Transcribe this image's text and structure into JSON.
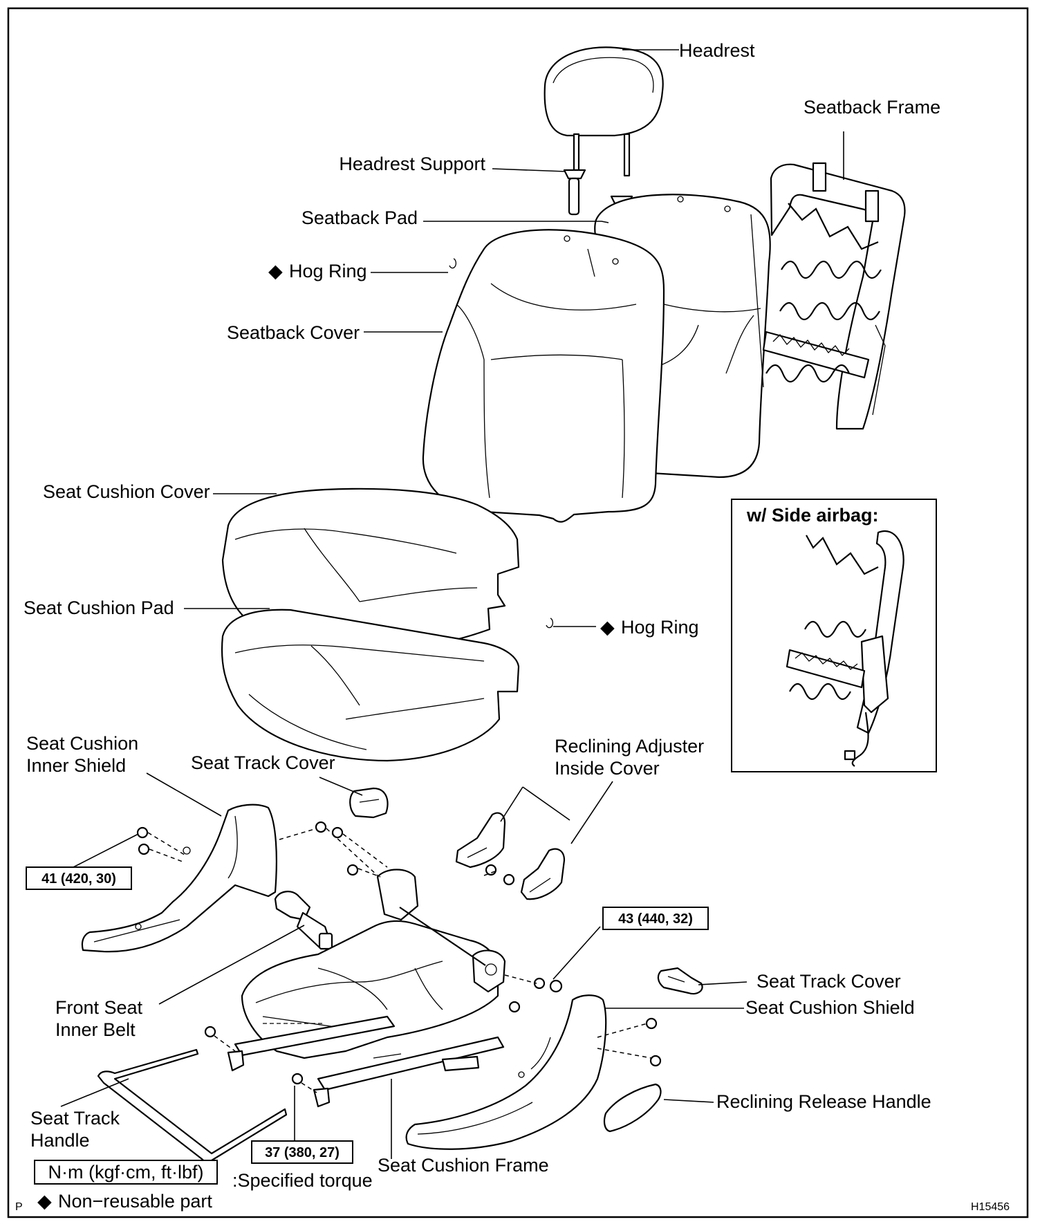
{
  "labels": {
    "headrest": "Headrest",
    "seatback_frame": "Seatback Frame",
    "headrest_support": "Headrest Support",
    "seatback_pad": "Seatback Pad",
    "hog_ring_top": "Hog Ring",
    "seatback_cover": "Seatback Cover",
    "seat_cushion_cover": "Seat Cushion Cover",
    "seat_cushion_pad": "Seat Cushion Pad",
    "hog_ring_mid": "Hog Ring",
    "inner_shield_1": "Seat Cushion",
    "inner_shield_2": "Inner Shield",
    "seat_track_cover_left": "Seat Track Cover",
    "recl_inside_1": "Reclining Adjuster",
    "recl_inside_2": "Inside Cover",
    "side_airbag": "w/ Side airbag:",
    "front_belt_1": "Front  Seat",
    "front_belt_2": "Inner Belt",
    "seat_track_cover_right": "Seat Track Cover",
    "seat_cushion_shield": "Seat Cushion Shield",
    "reclining_release": "Reclining Release Handle",
    "track_handle_1": "Seat Track",
    "track_handle_2": "Handle",
    "seat_cushion_frame": "Seat Cushion Frame"
  },
  "torques": {
    "t1": "41 (420, 30)",
    "t2": "43 (440, 32)",
    "t3": "37 (380, 27)"
  },
  "legend": {
    "units": "N·m (kgf·cm, ft·lbf)",
    "specified": ":Specified torque",
    "nonreusable": "Non−reusable part"
  },
  "footer": {
    "left_mark": "P",
    "code": "H15456"
  },
  "symbols": {
    "diamond": "◆"
  }
}
